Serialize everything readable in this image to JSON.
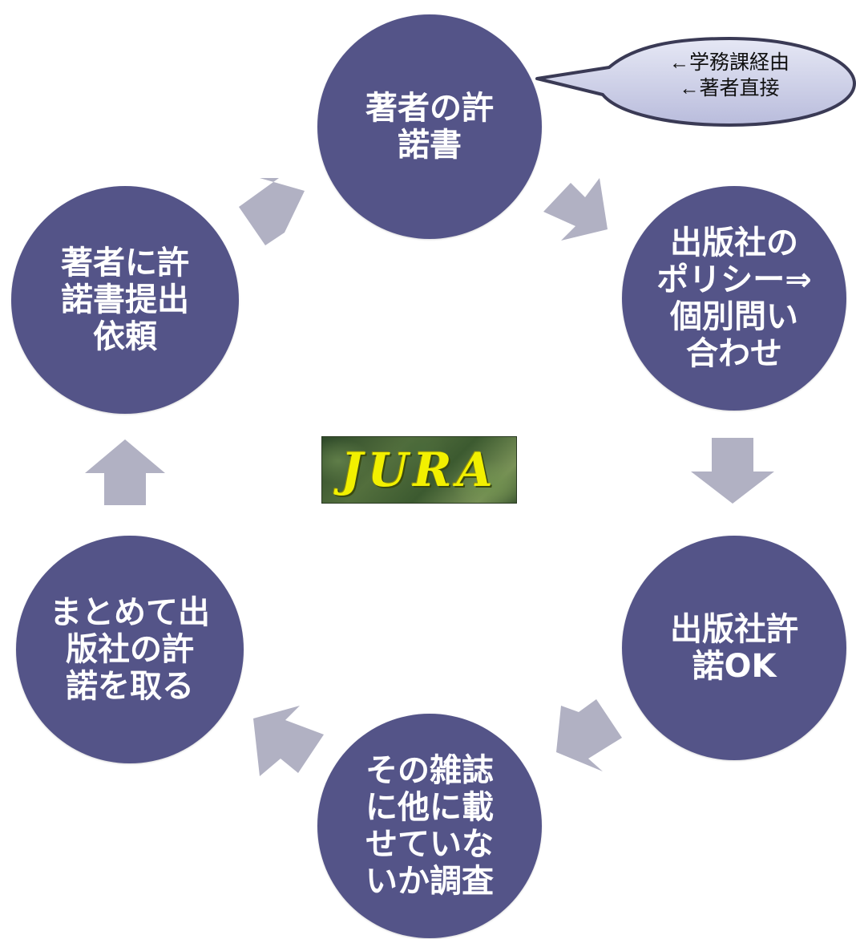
{
  "nodes": {
    "top": {
      "lines": [
        "著者の許",
        "諾書"
      ]
    },
    "right_upper": {
      "lines": [
        "出版社の",
        "ポリシー⇒",
        "個別問い",
        "合わせ"
      ]
    },
    "right_lower": {
      "lines": [
        "出版社許",
        "諾OK"
      ]
    },
    "bottom": {
      "lines": [
        "その雑誌",
        "に他に載",
        "せていな",
        "いか調査"
      ]
    },
    "left_lower": {
      "lines": [
        "まとめて出",
        "版社の許",
        "諾を取る"
      ]
    },
    "left_upper": {
      "lines": [
        "著者に許",
        "諾書提出",
        "依頼"
      ]
    }
  },
  "callout": {
    "lines": [
      "←学務課経由",
      "←著者直接"
    ]
  },
  "logo": {
    "text": "JURA"
  },
  "colors": {
    "node_fill": "#545488",
    "node_text": "#ffffff",
    "arrow_fill": "#b1b1c3",
    "callout_fill": "#c7c9e3",
    "callout_stroke": "#3a3a55",
    "logo_text": "#f2f000"
  }
}
